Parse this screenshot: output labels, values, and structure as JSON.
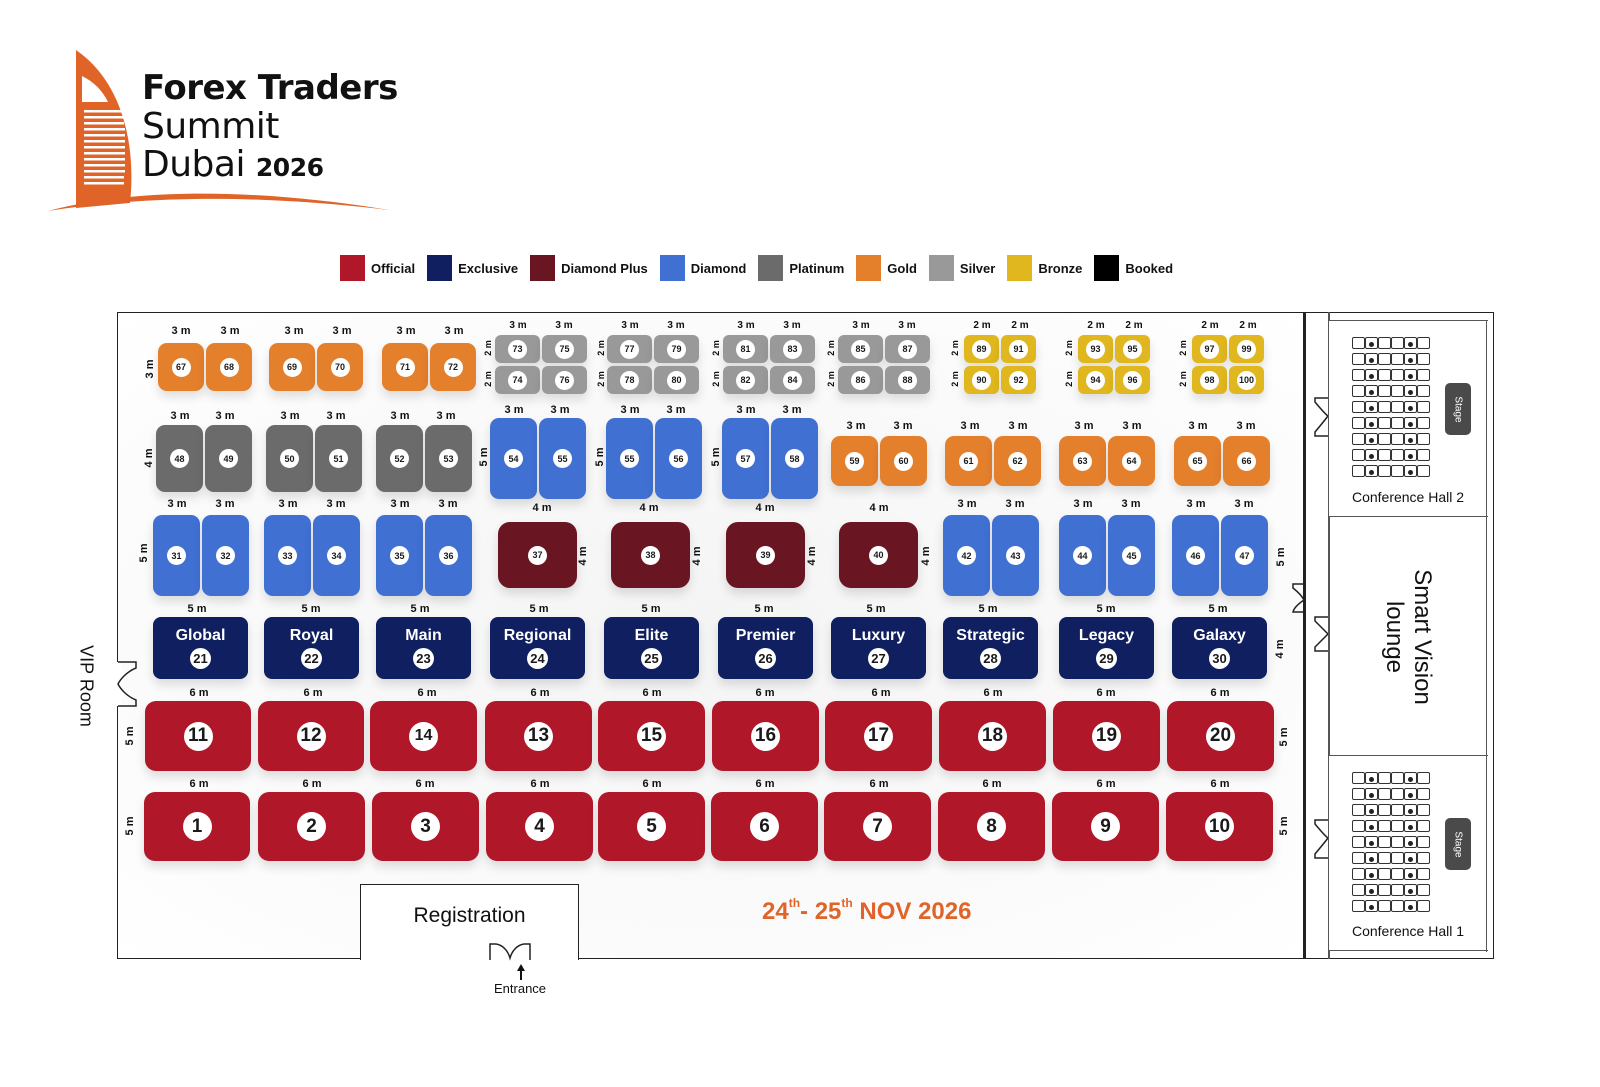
{
  "header": {
    "logo_line1": "Forex Traders",
    "logo_line2": "Summit",
    "logo_line3": "Dubai",
    "logo_year": "2026",
    "brand_color": "#e06428"
  },
  "legend": [
    {
      "label": "Official",
      "color": "#b0182a"
    },
    {
      "label": "Exclusive",
      "color": "#0f1f60"
    },
    {
      "label": "Diamond Plus",
      "color": "#6a1622"
    },
    {
      "label": "Diamond",
      "color": "#4170d3"
    },
    {
      "label": "Platinum",
      "color": "#6b6b6b"
    },
    {
      "label": "Gold",
      "color": "#e47f2c"
    },
    {
      "label": "Silver",
      "color": "#999999"
    },
    {
      "label": "Bronze",
      "color": "#e0b71e"
    },
    {
      "label": "Booked",
      "color": "#000000"
    }
  ],
  "dims": {
    "d2": "2 m",
    "d3": "3 m",
    "d4": "4 m",
    "d5": "5 m",
    "d6": "6 m"
  },
  "rows": {
    "gold_top": [
      "67",
      "68",
      "69",
      "70",
      "71",
      "72"
    ],
    "silver_top": [
      "73",
      "75",
      "74",
      "76",
      "77",
      "79",
      "78",
      "80",
      "81",
      "83",
      "82",
      "84",
      "85",
      "87",
      "86",
      "88"
    ],
    "bronze_top": [
      "89",
      "91",
      "90",
      "92",
      "93",
      "95",
      "94",
      "96",
      "97",
      "99",
      "98",
      "100"
    ],
    "platinum": [
      "48",
      "49",
      "50",
      "51",
      "52",
      "53"
    ],
    "diamond_row2": [
      "54",
      "55",
      "55",
      "56",
      "57",
      "58"
    ],
    "gold_row2": [
      "59",
      "60",
      "61",
      "62",
      "63",
      "64",
      "65",
      "66"
    ],
    "diamond_row3_left": [
      "31",
      "32",
      "33",
      "34",
      "35",
      "36"
    ],
    "diamond_plus": [
      "37",
      "38",
      "39",
      "40"
    ],
    "diamond_row3_right": [
      "42",
      "43",
      "44",
      "45",
      "46",
      "47"
    ],
    "exclusive": [
      {
        "name": "Global",
        "num": "21"
      },
      {
        "name": "Royal",
        "num": "22"
      },
      {
        "name": "Main",
        "num": "23"
      },
      {
        "name": "Regional",
        "num": "24"
      },
      {
        "name": "Elite",
        "num": "25"
      },
      {
        "name": "Premier",
        "num": "26"
      },
      {
        "name": "Luxury",
        "num": "27"
      },
      {
        "name": "Strategic",
        "num": "28"
      },
      {
        "name": "Legacy",
        "num": "29"
      },
      {
        "name": "Galaxy",
        "num": "30"
      }
    ],
    "official_row5": [
      "11",
      "12",
      "14",
      "13",
      "15",
      "16",
      "17",
      "18",
      "19",
      "20"
    ],
    "official_row6": [
      "1",
      "2",
      "3",
      "4",
      "5",
      "6",
      "7",
      "8",
      "9",
      "10"
    ]
  },
  "rooms": {
    "conference_hall_2": "Conference Hall 2",
    "conference_hall_1": "Conference Hall 1",
    "stage": "Stage",
    "lounge_line1": "Smart Vision",
    "lounge_line2": "lounge",
    "vip_room": "VIP Room",
    "registration": "Registration",
    "entrance": "Entrance"
  },
  "event_dates": {
    "day1": "24",
    "day1_suffix": "th",
    "sep": "- ",
    "day2": "25",
    "day2_suffix": "th",
    "month_year": " NOV 2026"
  }
}
